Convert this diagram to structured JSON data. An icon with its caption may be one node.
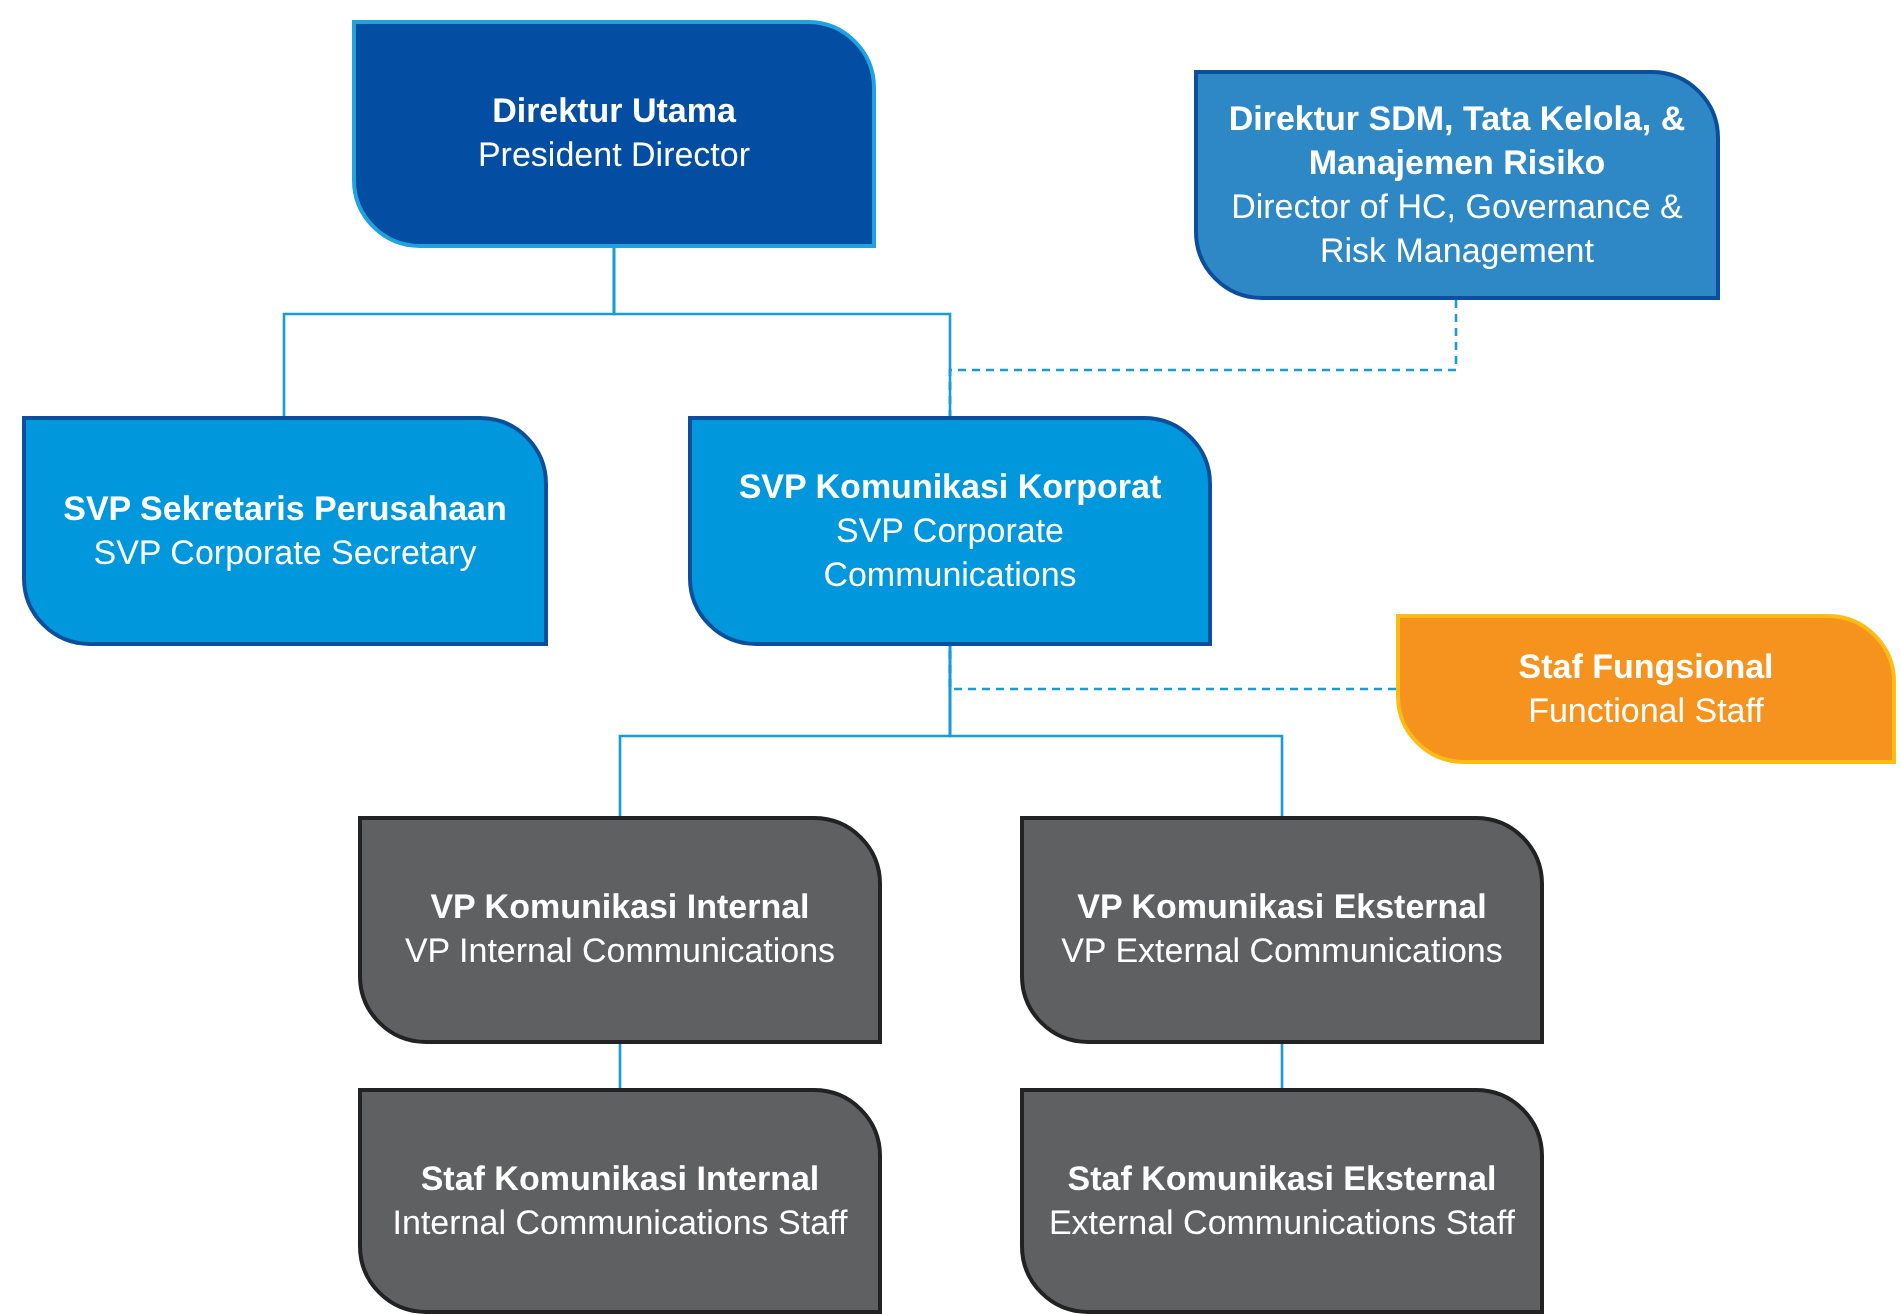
{
  "diagram": {
    "nodes": [
      {
        "text": [
          "Direktur Utama",
          "President Director"
        ]
      },
      {
        "text": [
          "Direktur SDM, Tata Kelola, & Manajemen Risiko",
          "Director of HC, Governance & Risk Management"
        ]
      },
      {
        "text": [
          "SVP Sekretaris Perusahaan",
          "SVP Corporate Secretary"
        ]
      },
      {
        "text": [
          "SVP Komunikasi Korporat",
          "SVP Corporate Communications"
        ]
      },
      {
        "text": [
          "Staf Fungsional",
          "Functional Staff"
        ]
      },
      {
        "text": [
          "VP Komunikasi Internal",
          "VP Internal Communications"
        ]
      },
      {
        "text": [
          "VP Komunikasi Eksternal",
          "VP External Communications"
        ]
      },
      {
        "text": [
          "Staf Komunikasi Internal",
          "Internal Communications Staff"
        ]
      },
      {
        "text": [
          "Staf Komunikasi Eksternal",
          "External Communications Staff"
        ]
      }
    ],
    "edges": [
      {
        "from": 0,
        "to": 2,
        "arrow": "none"
      },
      {
        "from": 0,
        "to": 3,
        "arrow": "none"
      },
      {
        "from": 1,
        "to": 3,
        "arrow": "none",
        "style": "dashed"
      },
      {
        "from": 4,
        "to": 3,
        "arrow": "none",
        "style": "dashed"
      },
      {
        "from": 3,
        "to": 5,
        "arrow": "none"
      },
      {
        "from": 3,
        "to": 6,
        "arrow": "none"
      },
      {
        "from": 5,
        "to": 7,
        "arrow": "none"
      },
      {
        "from": 6,
        "to": 8,
        "arrow": "none"
      }
    ]
  }
}
